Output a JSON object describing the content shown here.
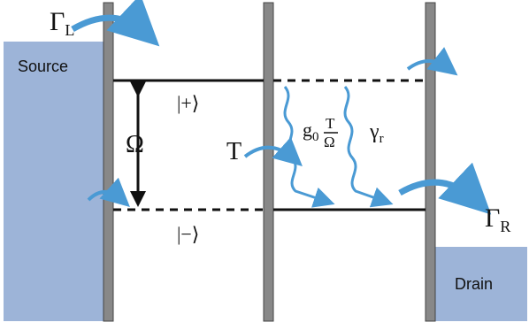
{
  "labels": {
    "gamma_L": "Γ",
    "gamma_L_sub": "L",
    "gamma_R": "Γ",
    "gamma_R_sub": "R",
    "source": "Source",
    "drain": "Drain",
    "plus_state": "|+⟩",
    "minus_state": "|−⟩",
    "omega": "Ω",
    "tunneling": "T",
    "g0": "g",
    "g0_sub": "0",
    "frac_num": "T",
    "frac_den": "Ω",
    "gamma_r": "γ",
    "gamma_r_sub": "r"
  },
  "colors": {
    "reservoir": "#9db4d8",
    "barrier": "#888888",
    "arrow": "#4a9ad4",
    "line": "#111111"
  }
}
